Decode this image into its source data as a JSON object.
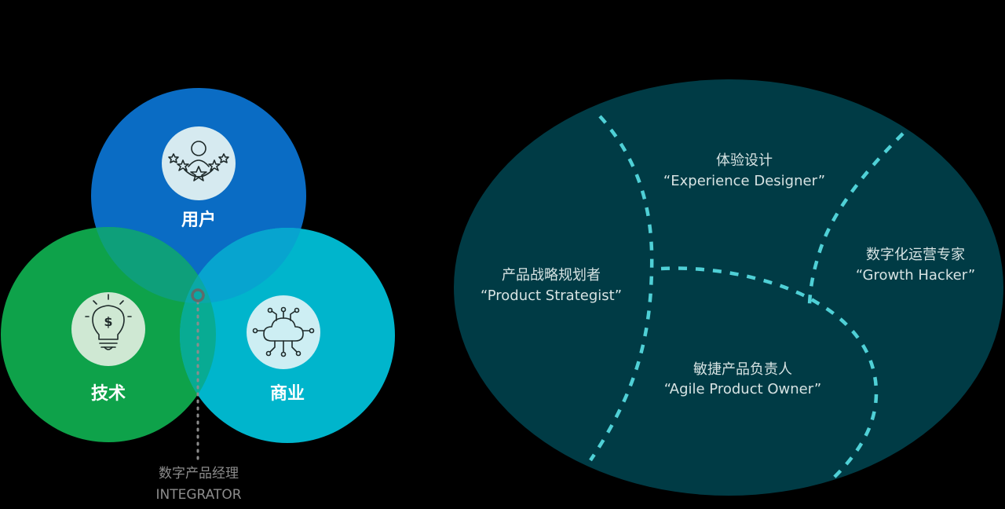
{
  "venn": {
    "user": {
      "label": "用户",
      "color": "#0a6cc4",
      "icon": "user-rating-icon"
    },
    "tech": {
      "label": "技术",
      "color": "#0ea24a",
      "icon": "lightbulb-dollar-icon"
    },
    "business": {
      "label": "商业",
      "color": "#00b5cc",
      "icon": "cloud-circuit-icon"
    },
    "integrator": {
      "label_cn": "数字产品经理",
      "label_en": "INTEGRATOR"
    }
  },
  "roles": {
    "ellipse_color": "#003b45",
    "divider_color": "#4fd0d6",
    "items": [
      {
        "cn": "产品战略规划者",
        "en": "“Product Strategist”"
      },
      {
        "cn": "体验设计",
        "en": "“Experience Designer”"
      },
      {
        "cn": "数字化运营专家",
        "en": "“Growth Hacker”"
      },
      {
        "cn": "敏捷产品负责人",
        "en": "“Agile Product Owner”"
      }
    ]
  }
}
